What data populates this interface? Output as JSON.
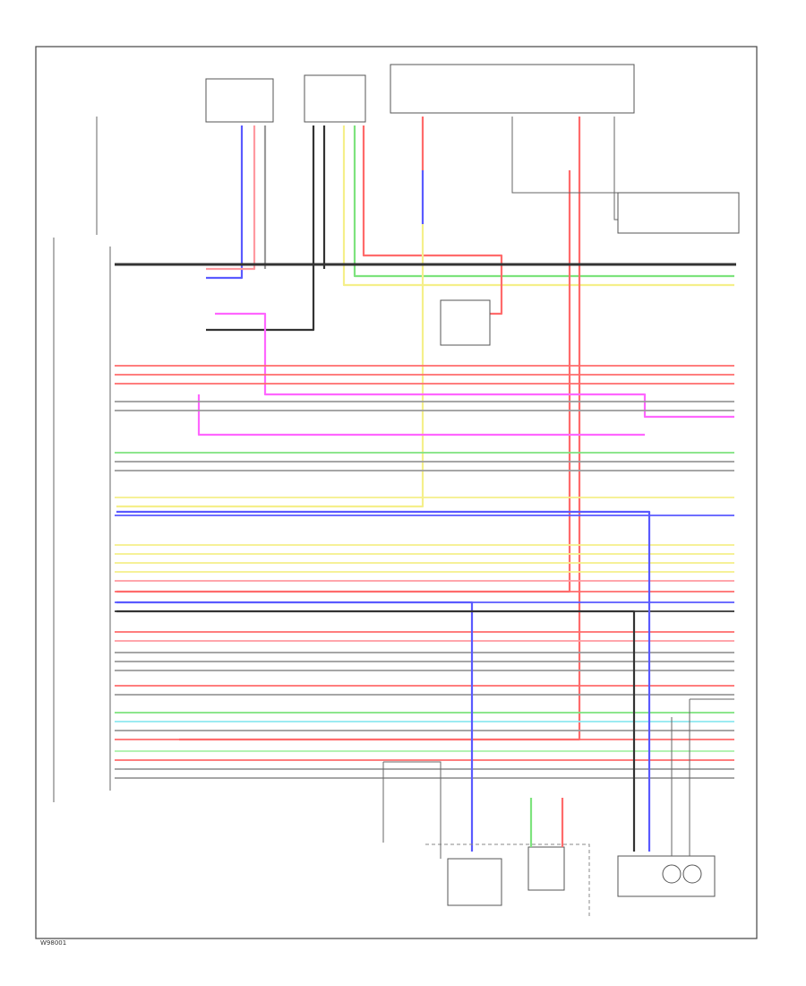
{
  "labels": {
    "footer_code": "W98001"
  },
  "colors": {
    "red": "#ff6b6b",
    "pink": "#ff9aa0",
    "blue": "#5a5aff",
    "green": "#7de37d",
    "yellow": "#f5ef8a",
    "magenta": "#ff66ff",
    "black": "#333333",
    "gray": "#9a9a9a",
    "lightgreen": "#a8f0a8",
    "cyan": "#8ee8f0"
  },
  "harness_rows": [
    {
      "color": "black"
    },
    {
      "color": "red"
    },
    {
      "color": "red"
    },
    {
      "color": "red"
    },
    {
      "color": "gray"
    },
    {
      "color": "gray"
    },
    {
      "color": "green"
    },
    {
      "color": "gray"
    },
    {
      "color": "gray"
    },
    {
      "color": "yellow"
    },
    {
      "color": "blue"
    },
    {
      "color": "yellow"
    },
    {
      "color": "yellow"
    },
    {
      "color": "yellow"
    },
    {
      "color": "yellow"
    },
    {
      "color": "pink"
    },
    {
      "color": "red"
    },
    {
      "color": "blue"
    },
    {
      "color": "black"
    },
    {
      "color": "red"
    },
    {
      "color": "pink"
    },
    {
      "color": "gray"
    },
    {
      "color": "gray"
    },
    {
      "color": "gray"
    },
    {
      "color": "red"
    },
    {
      "color": "gray"
    },
    {
      "color": "green"
    },
    {
      "color": "cyan"
    },
    {
      "color": "gray"
    },
    {
      "color": "red"
    },
    {
      "color": "lightgreen"
    },
    {
      "color": "red"
    },
    {
      "color": "gray"
    },
    {
      "color": "gray"
    }
  ],
  "icons": [
    "ground-icon",
    "speaker-icon",
    "connector-icon"
  ]
}
